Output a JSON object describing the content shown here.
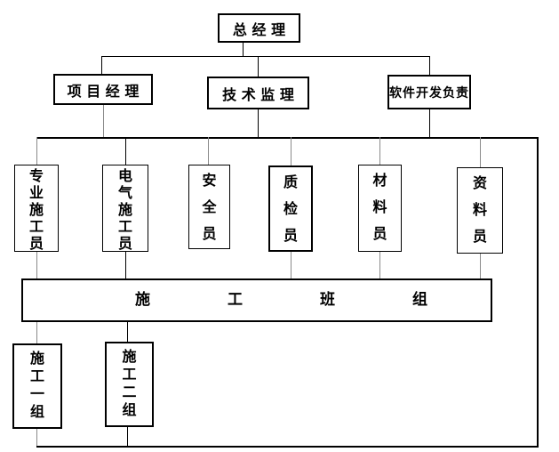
{
  "chart": {
    "type": "org-chart",
    "root": {
      "label": "总 经 理"
    },
    "level2": [
      {
        "id": "project-manager",
        "label": "项 目 经 理"
      },
      {
        "id": "technical-supervisor",
        "label": "技 术 监 理"
      },
      {
        "id": "software-dev-lead",
        "label": "软件开发负责"
      }
    ],
    "level3": [
      {
        "id": "professional-constructor",
        "label": "专业施工员"
      },
      {
        "id": "electrical-constructor",
        "label": "电气施工员"
      },
      {
        "id": "safety-officer",
        "label": "安全员"
      },
      {
        "id": "quality-inspector",
        "label": "质检员"
      },
      {
        "id": "material-officer",
        "label": "材料员"
      },
      {
        "id": "document-officer",
        "label": "资料员"
      }
    ],
    "team": {
      "label": "施工班组"
    },
    "groups": [
      {
        "id": "construction-group-1",
        "label": "施工一组"
      },
      {
        "id": "construction-group-2",
        "label": "施工二组"
      }
    ],
    "colors": {
      "background": "#ffffff",
      "box_border": "#000000",
      "text": "#000000",
      "line_black": "#000000",
      "line_gray": "#8a8a8a"
    }
  }
}
